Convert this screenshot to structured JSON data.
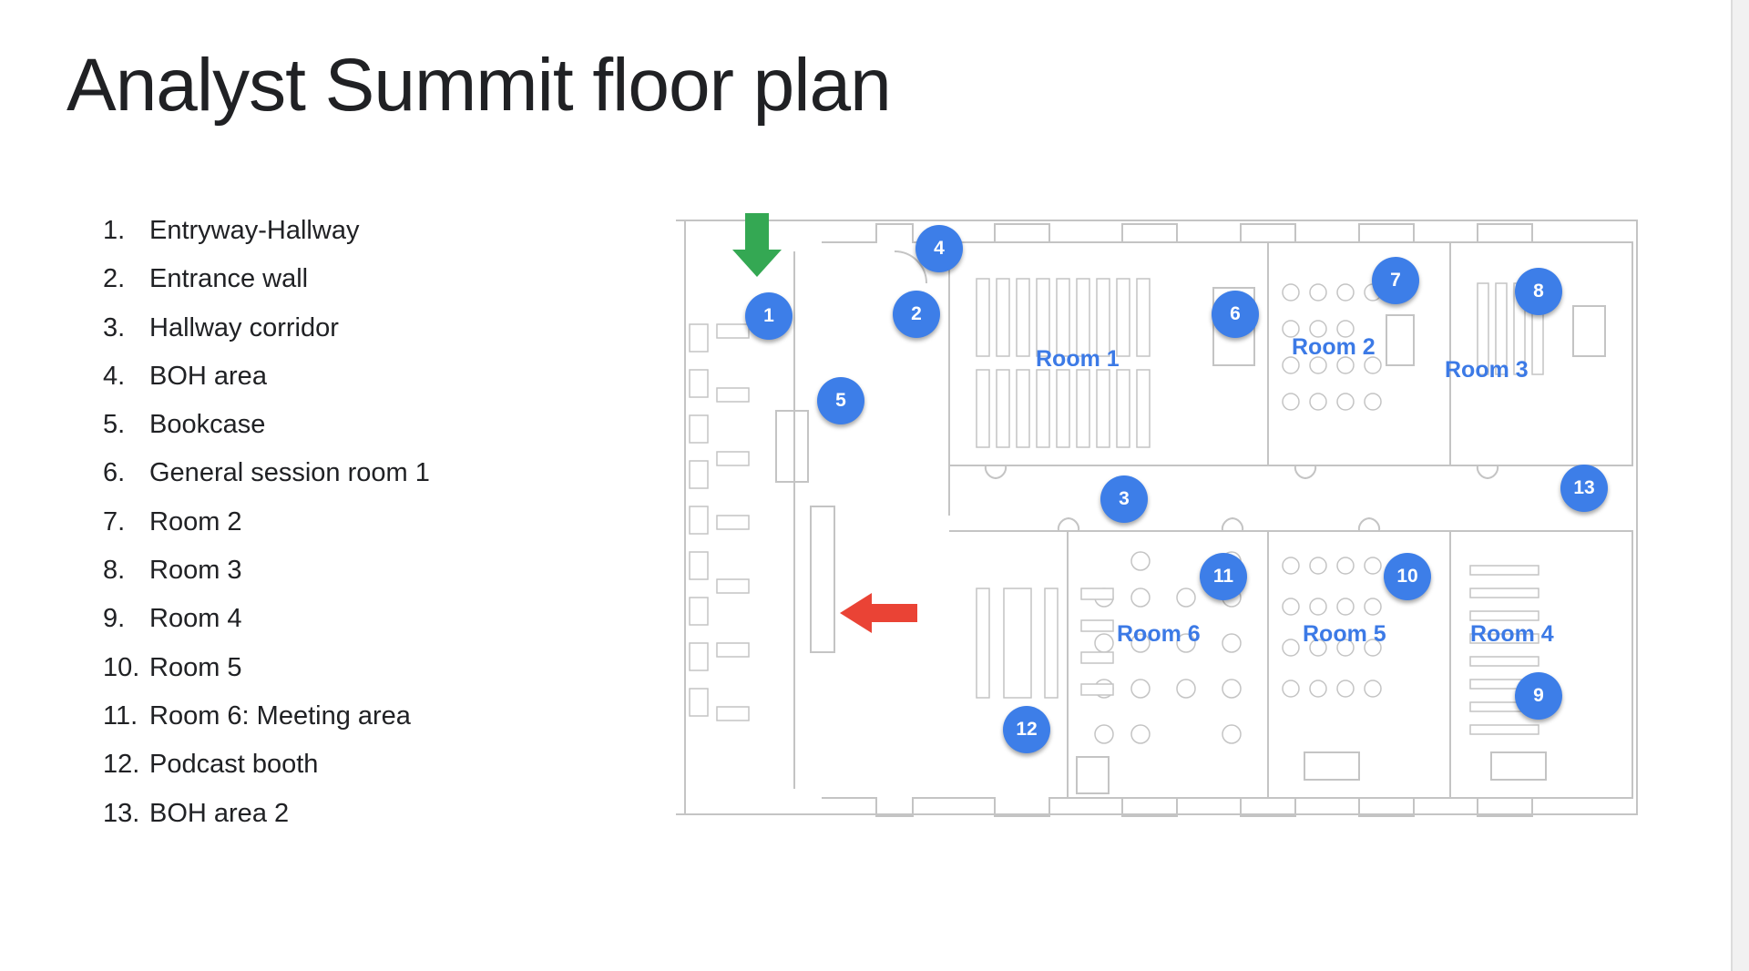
{
  "title": "Analyst Summit floor plan",
  "legend": [
    {
      "num": "1.",
      "text": "Entryway-Hallway"
    },
    {
      "num": "2.",
      "text": "Entrance wall"
    },
    {
      "num": "3.",
      "text": "Hallway corridor"
    },
    {
      "num": "4.",
      "text": "BOH area"
    },
    {
      "num": "5.",
      "text": "Bookcase"
    },
    {
      "num": "6.",
      "text": "General session room 1"
    },
    {
      "num": "7.",
      "text": "Room 2"
    },
    {
      "num": "8.",
      "text": "Room 3"
    },
    {
      "num": "9.",
      "text": "Room 4"
    },
    {
      "num": "10.",
      "text": "Room 5"
    },
    {
      "num": "11.",
      "text": "Room 6: Meeting area"
    },
    {
      "num": "12.",
      "text": "Podcast booth"
    },
    {
      "num": "13.",
      "text": "BOH area 2"
    }
  ],
  "plan": {
    "rooms": {
      "room1": "Room 1",
      "room2": "Room 2",
      "room3": "Room 3",
      "room4": "Room 4",
      "room5": "Room 5",
      "room6": "Room 6"
    },
    "pins": [
      "1",
      "2",
      "3",
      "4",
      "5",
      "6",
      "7",
      "8",
      "9",
      "10",
      "11",
      "12",
      "13"
    ],
    "colors": {
      "pin": "#3d7ee8",
      "room_label": "#3c7ae6",
      "entry_arrow": "#34a853",
      "exit_arrow": "#ea4335"
    }
  }
}
